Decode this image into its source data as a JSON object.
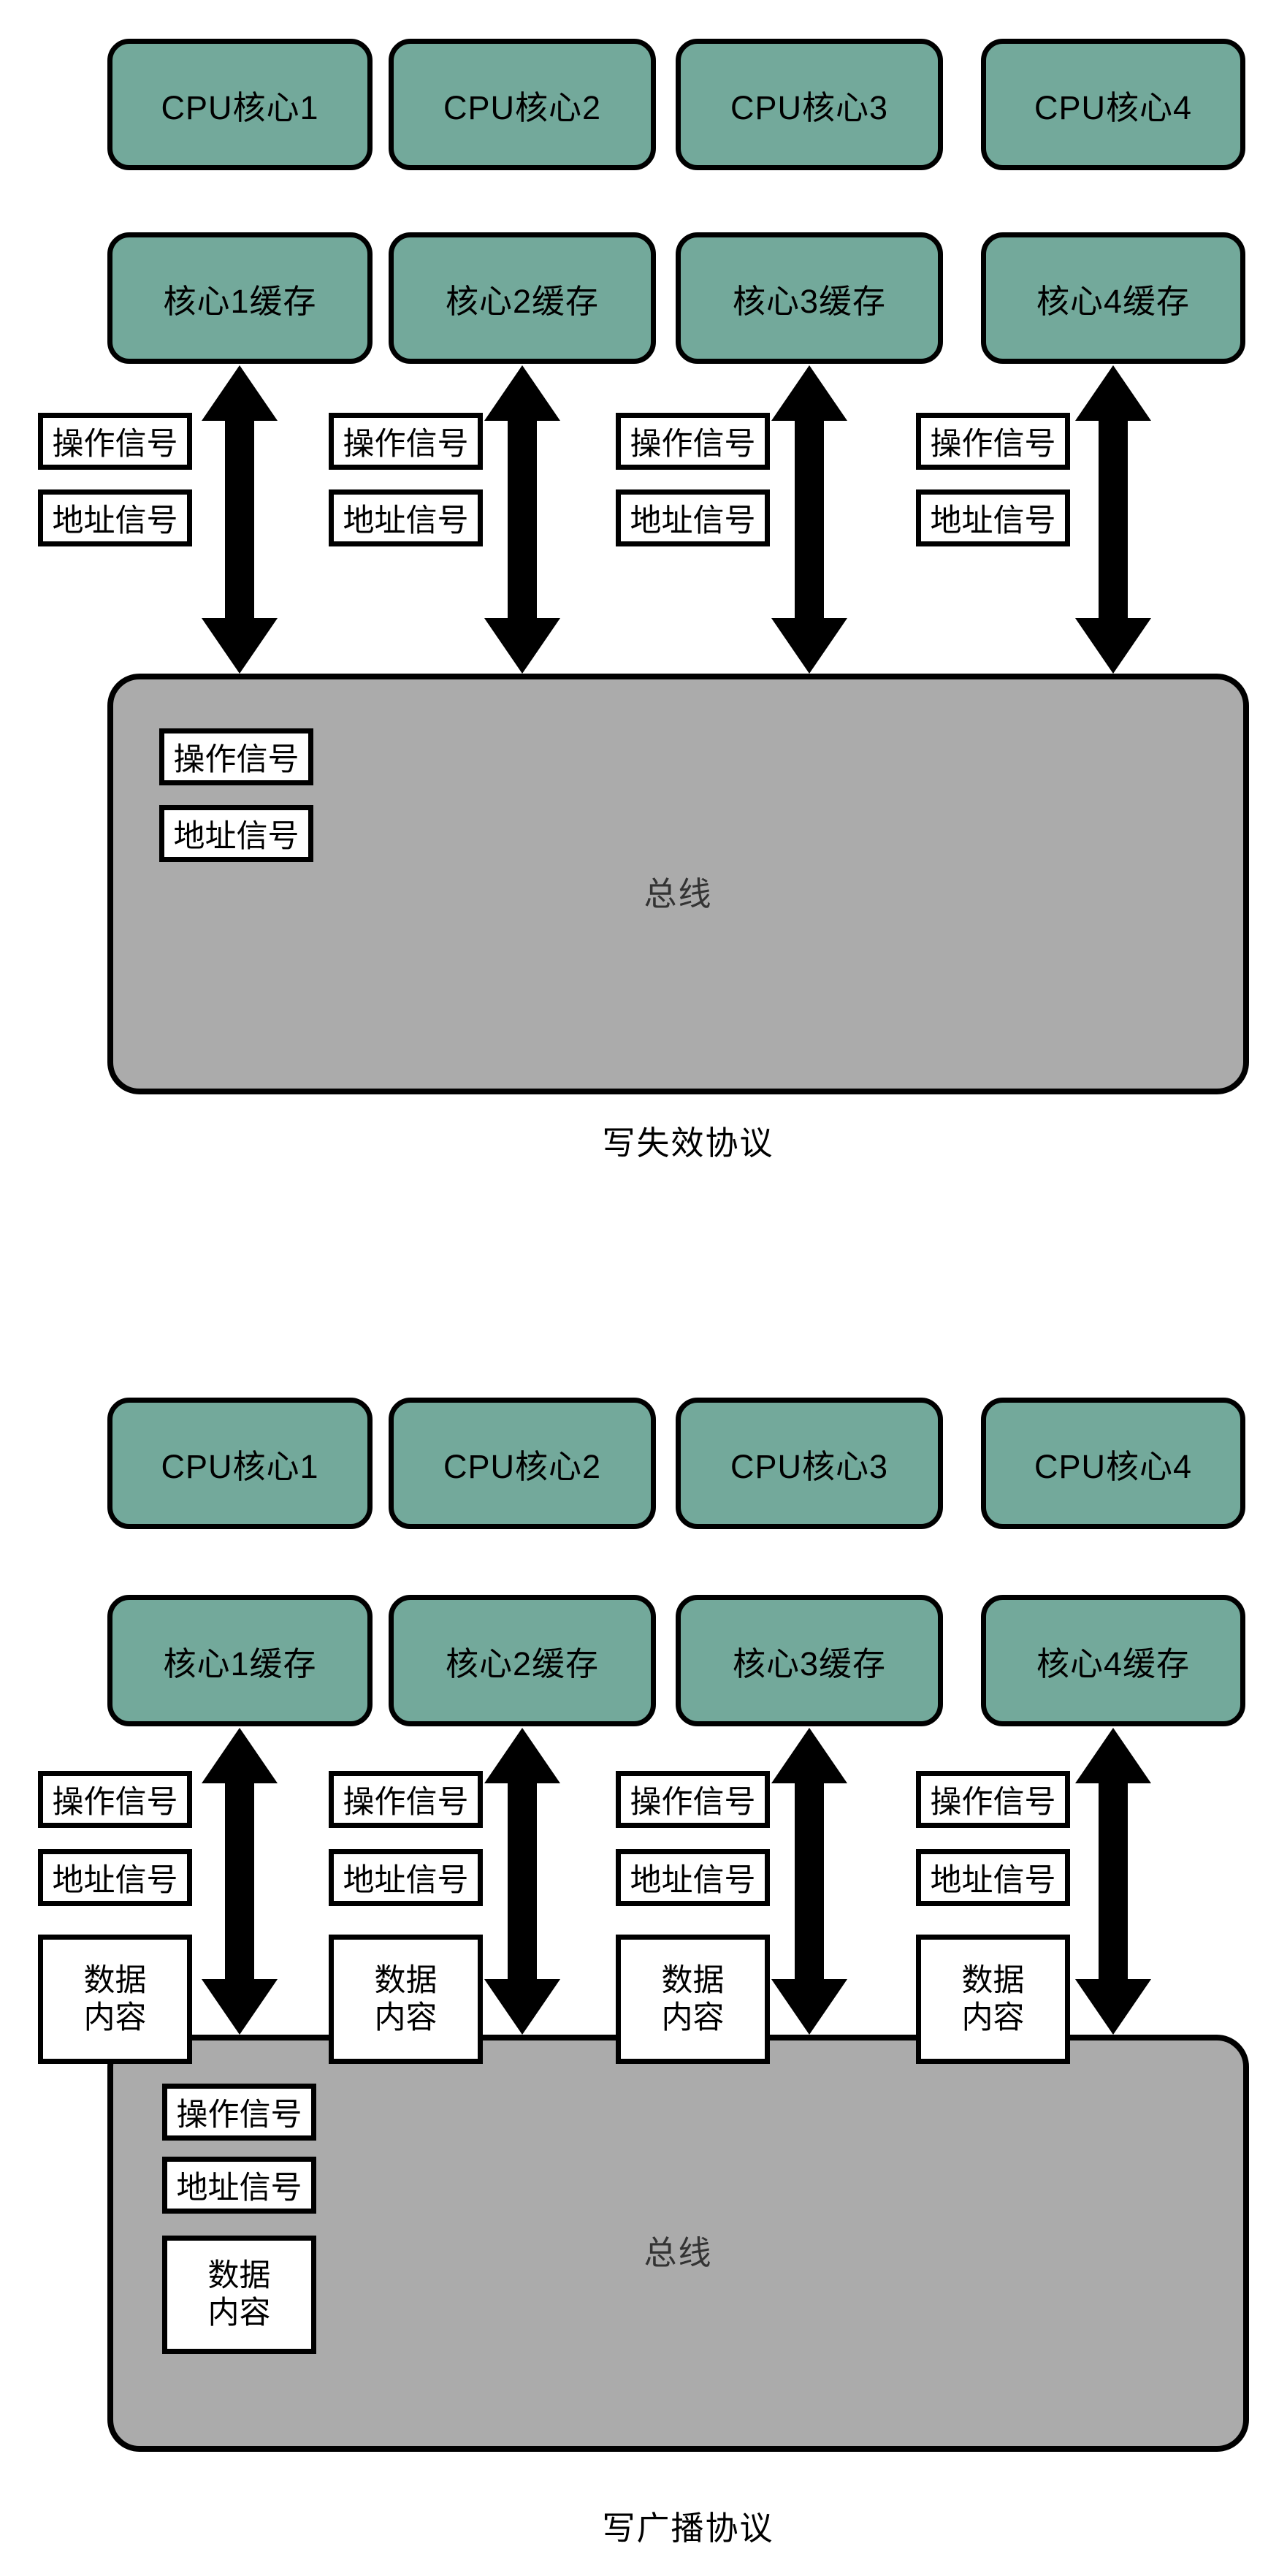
{
  "colors": {
    "box_fill": "#73A99B",
    "bus_fill": "#ABABAB",
    "border": "#000000",
    "bus_label_color": "#333333"
  },
  "icons": {
    "bidirectional_arrow": "double-headed-vertical-arrow"
  },
  "diagram_top": {
    "caption": "写失效协议",
    "bus_label": "总线",
    "op_label": "操作信号",
    "addr_label": "地址信号",
    "cpu": [
      "CPU核心1",
      "CPU核心2",
      "CPU核心3",
      "CPU核心4"
    ],
    "cache": [
      "核心1缓存",
      "核心2缓存",
      "核心3缓存",
      "核心4缓存"
    ]
  },
  "diagram_bottom": {
    "caption": "写广播协议",
    "bus_label": "总线",
    "op_label": "操作信号",
    "addr_label": "地址信号",
    "data_label": "数据\n内容",
    "cpu": [
      "CPU核心1",
      "CPU核心2",
      "CPU核心3",
      "CPU核心4"
    ],
    "cache": [
      "核心1缓存",
      "核心2缓存",
      "核心3缓存",
      "核心4缓存"
    ]
  }
}
